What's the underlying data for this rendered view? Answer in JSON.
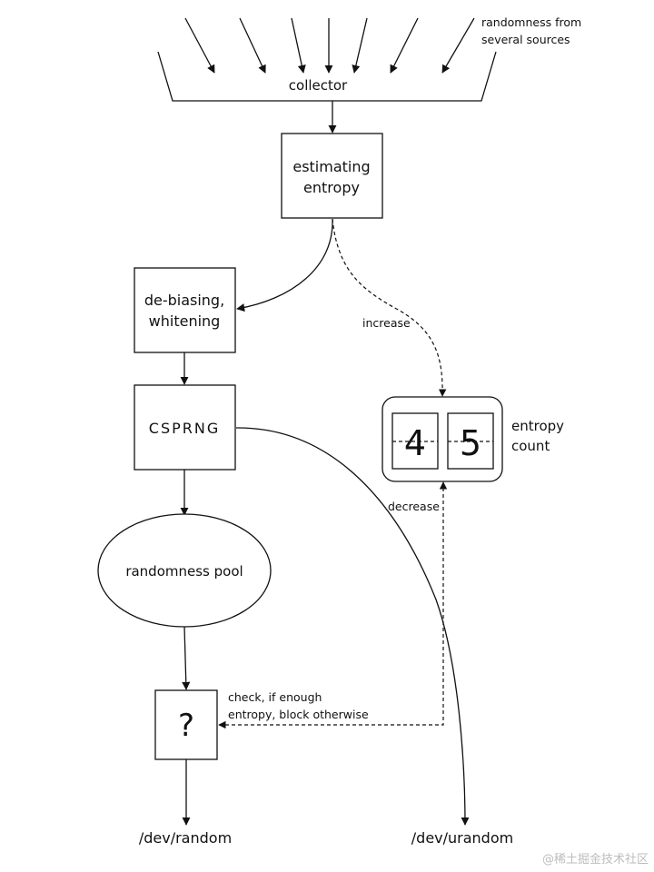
{
  "sources_label": [
    "randomness from",
    "several sources"
  ],
  "collector_label": "collector",
  "estimating_label": [
    "estimating",
    "entropy"
  ],
  "debias_label": [
    "de-biasing,",
    "whitening"
  ],
  "csprng_label": "CSPRNG",
  "pool_label": "randomness pool",
  "increase_label": "increase",
  "decrease_label": "decrease",
  "entropy_count": {
    "digits": [
      "4",
      "5"
    ],
    "label": [
      "entropy",
      "count"
    ]
  },
  "check_label": [
    "check, if enough",
    "entropy, block otherwise"
  ],
  "question_mark": "?",
  "dev_random": "/dev/random",
  "dev_urandom": "/dev/urandom",
  "watermark": "@稀土掘金技术社区"
}
